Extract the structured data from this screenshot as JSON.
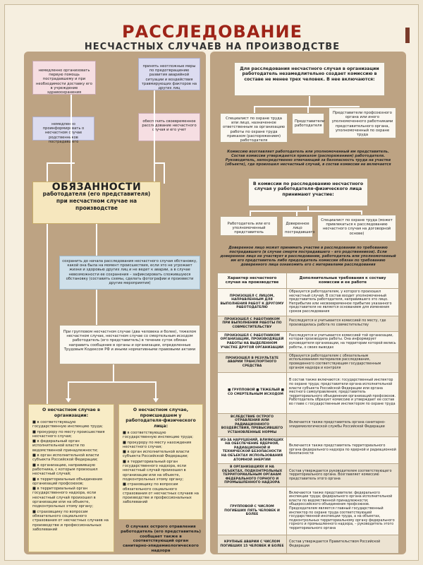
{
  "header": {
    "title": "РАССЛЕДОВАНИЕ",
    "subtitle": "НЕСЧАСТНЫХ СЛУЧАЕВ НА ПРОИЗВОДСТВЕ"
  },
  "left": {
    "box_first_aid": "немедленно организовать первую помощь пострадавшему и при необходимости доставку его в учреждение здравоохранения",
    "box_measures": "принять неотложные меры по предотвращению развития аварийной ситуации и воздействия травмирующих факторов на других лиц",
    "box_inform": "немедленно проинформировать о несчастном случае родственников пострадавшего",
    "box_ensure": "обеспечить своевременное расследование несчастного случая и его учет",
    "duties_title": "ОБЯЗАННОСТИ",
    "duties_line1": "работодателя (его представителя)",
    "duties_line2": "при несчастном случае на производстве",
    "box_preserve": "сохранить до начала расследования несчастного случая обстановку, какой она была на момент происшествия, если это не угрожает жизни и здоровью других лиц и не ведет к аварии, а в случае невозможности ее сохранения – зафиксировать сложившуюся обстановку (составить схемы, сделать фотографии и произвести другие мероприятия)",
    "box_group": "При групповом несчастном случае (два человека и более), тяжелом несчастном случае, несчастном случае со смертельным исходом работодатель (его представитель) в течение суток обязан направить сообщение в органы и организации, определенные Трудовым Кодексом РФ и иными нормативными правовыми актами",
    "list_org": {
      "head": "О несчастном случае в организации:",
      "items": [
        "■ в соответствующую государственную инспекцию труда;",
        "■ прокурору по месту происшествия несчастного случая;",
        "■ в федеральный орган исполнительной власти по ведомственной принадлежности;",
        "■ в орган исполнительной власти субъекта Российской Федерации;",
        "■ в организацию, направившую работника, с которым произошел несчастный случай;",
        "■ в территориальные объединения организаций профсоюзов;",
        "■ в территориальный орган государственного надзора, если несчастный случай произошел в организации или на объекте, подконтрольных этому органу;",
        "■ страховщику по вопросам обязательного социального страхования от несчастных случаев на производстве и профессиональных заболеваний"
      ]
    },
    "list_phys": {
      "head": "О несчастном случае, происшедшем у работодателя-физического лица:",
      "items": [
        "■ в соответствующую государственную инспекцию труда;",
        "■ прокурору по месту нахождения несчастного случая;",
        "■ в орган исполнительной власти субъекта Российской Федерации;",
        "■ в территориальный орган государственного надзора, если несчастный случай произошел в организации или на объекте, подконтрольных этому органу;",
        "■ страховщику по вопросам обязательного социального страхования от несчастных случаев на производстве и профессиональных заболеваний"
      ],
      "footer": "О случаях острого отравления работодатель (его представитель) сообщает также в соответствующий орган санитарно-эпидемиологического надзора"
    }
  },
  "right": {
    "commission_head": "Для расследования несчастного случая в организации работодатель незамедлительно создает комиссию в составе не менее трех человек. В нее включаются:",
    "comm_a": "Специалист по охране труда или лицо, назначенное ответственным за организацию работы по охране труда приказом (распоряжением) работодателя",
    "comm_b": "Представители работодателя",
    "comm_c": "Представители профсоюзного органа или иного уполномоченного работниками представительного органа, уполномоченный по охране труда",
    "note1": "Комиссию возглавляет работодатель или уполномоченный им представитель. Состав комиссии утверждается приказом (распоряжением) работодателя. Руководитель, непосредственно отвечающий за безопасность труда на участке (объекте), где произошел несчастный случай, в состав комиссии не включается",
    "phys_head": "В комиссии по расследованию несчастного случая у работодателя-физического лица принимают участие:",
    "phys_a": "Работодатель или его уполномоченный представитель",
    "phys_b": "Доверенное лицо пострадавшего",
    "phys_c": "Специалист по охране труда (может привлекаться к расследованию несчастного случая на договорной основе)",
    "note2": "Доверенное лицо может принимать участие в расследовании по требованию пострадавшего (в случае смерти пострадавшего – его родственников). Если доверенное лицо не участвует в расследовании, работодатель или уполномоченный им его представитель либо председатель комиссии обязан по требованию доверенного лица ознакомить его с материалами расследования",
    "table": {
      "col1": "Характер несчастного случая на производстве",
      "col2": "Дополнительные требования к составу комиссии и ее работе",
      "rows": [
        {
          "c1": "ПРОИЗОШЕЛ С ЛИЦОМ, НАПРАВЛЕННЫМ ДЛЯ ВЫПОЛНЕНИЯ РАБОТ К ДРУГОМУ РАБОТОДАТЕЛЮ",
          "c2": "Образуется работодателем, у которого произошел несчастный случай. В состав входит уполномоченный представитель работодателя, направившего это лицо. Неприбытие или несвоевременное прибытие указанного представителя не является основанием для изменения сроков расследования"
        },
        {
          "c1": "ПРОИЗОШЕЛ С РАБОТНИКОМ ПРИ ВЫПОЛНЕНИИ РАБОТЫ ПО СОВМЕСТИТЕЛЬСТВУ",
          "c2": "Расследуется и учитывается комиссией по месту, где производилась работа по совместительству"
        },
        {
          "c1": "ПРОИЗОШЕЛ С РАБОТНИКОМ ОРГАНИЗАЦИИ, ПРОИЗВОДЯЩЕЙ РАБОТЫ НА ВЫДЕЛЕННОМ УЧАСТКЕ ДРУГОЙ ОРГАНИЗАЦИИ",
          "c2": "Расследуется и учитывается комиссией той организации, которая производила работы. Она информирует руководителя организации, на территории которой велись работы, о своих выводах"
        },
        {
          "c1": "ПРОИЗОШЕЛ В РЕЗУЛЬТАТЕ АВАРИИ ТРАНСПОРТНОГО СРЕДСТВА",
          "c2": "Образуется работодателем с обязательным использованием материалов расследования, проведенного соответствующим государственным органом надзора и контроля"
        },
        {
          "c1": "■ ГРУППОВОЙ ■ ТЯЖЕЛЫЙ ■ СО СМЕРТЕЛЬНЫМ ИСХОДОМ",
          "c2": "В состав также включаются: государственный инспектор по охране труда; представители органа исполнительной власти субъекта Российской Федерации или органа местного самоуправления; представитель территориального объединения организаций профсоюзов. Работодатель образует комиссию и утверждает ее состав во главе с государственным инспектором по охране труда"
        },
        {
          "c1": "ВСЛЕДСТВИЕ ОСТРОГО ОТРАВЛЕНИЯ ИЛИ РАДИАЦИОННОГО ВОЗДЕЙСТВИЯ, ПРЕВЫСИВШЕГО УСТАНОВЛЕННЫЕ НОРМЫ",
          "c2": "Включается также представитель органа санитарно-эпидемиологической службы Российской Федерации"
        },
        {
          "c1": "ИЗ-ЗА НАРУШЕНИЙ, ВЛИЯЮЩИХ НА ОБЕСПЕЧЕНИЕ ЯДЕРНОЙ, РАДИАЦИОННОЙ И ТЕХНИЧЕСКОЙ БЕЗОПАСНОСТИ НА ОБЪЕКТАХ ИСПОЛЬЗОВАНИЯ АТОМНОЙ ЭНЕРГИИ",
          "c2": "Включается также представитель территориального органа федерального надзора по ядерной и радиационной безопасности"
        },
        {
          "c1": "В ОРГАНИЗАЦИЯХ И НА ОБЪЕКТАХ, ПОДКОНТРОЛЬНЫХ ТЕРРИТОРИАЛЬНЫМ ОРГАНАМ ФЕДЕРАЛЬНОГО ГОРНОГО И ПРОМЫШЛЕННОГО НАДЗОРА",
          "c2": "Состав утверждается руководителем соответствующего территориального органа. Возглавляет комиссию представитель этого органа"
        },
        {
          "c1": "ГРУППОВОЙ С ЧИСЛОМ ПОГИБШИХ ПЯТЬ ЧЕЛОВЕК И БОЛЕЕ",
          "c2": "Включаются также представители: федерального инспекции труда; федерального органа исполнительной власти по ведомственной принадлежности; общероссийского объединения профсоюзов. Председателем является главный государственный инспектор по охране труда соответствующей государственной инспекции труда, а на объектах, подконтрольных территориальному органу федерального горного и промышленного надзора, – руководитель этого территориального органа"
        },
        {
          "c1": "КРУПНЫЕ АВАРИИ С ЧИСЛОМ ПОГИБШИХ 15 ЧЕЛОВЕК И БОЛЕЕ",
          "c2": "Состав утверждается Правительством Российской Федерации"
        }
      ]
    }
  }
}
